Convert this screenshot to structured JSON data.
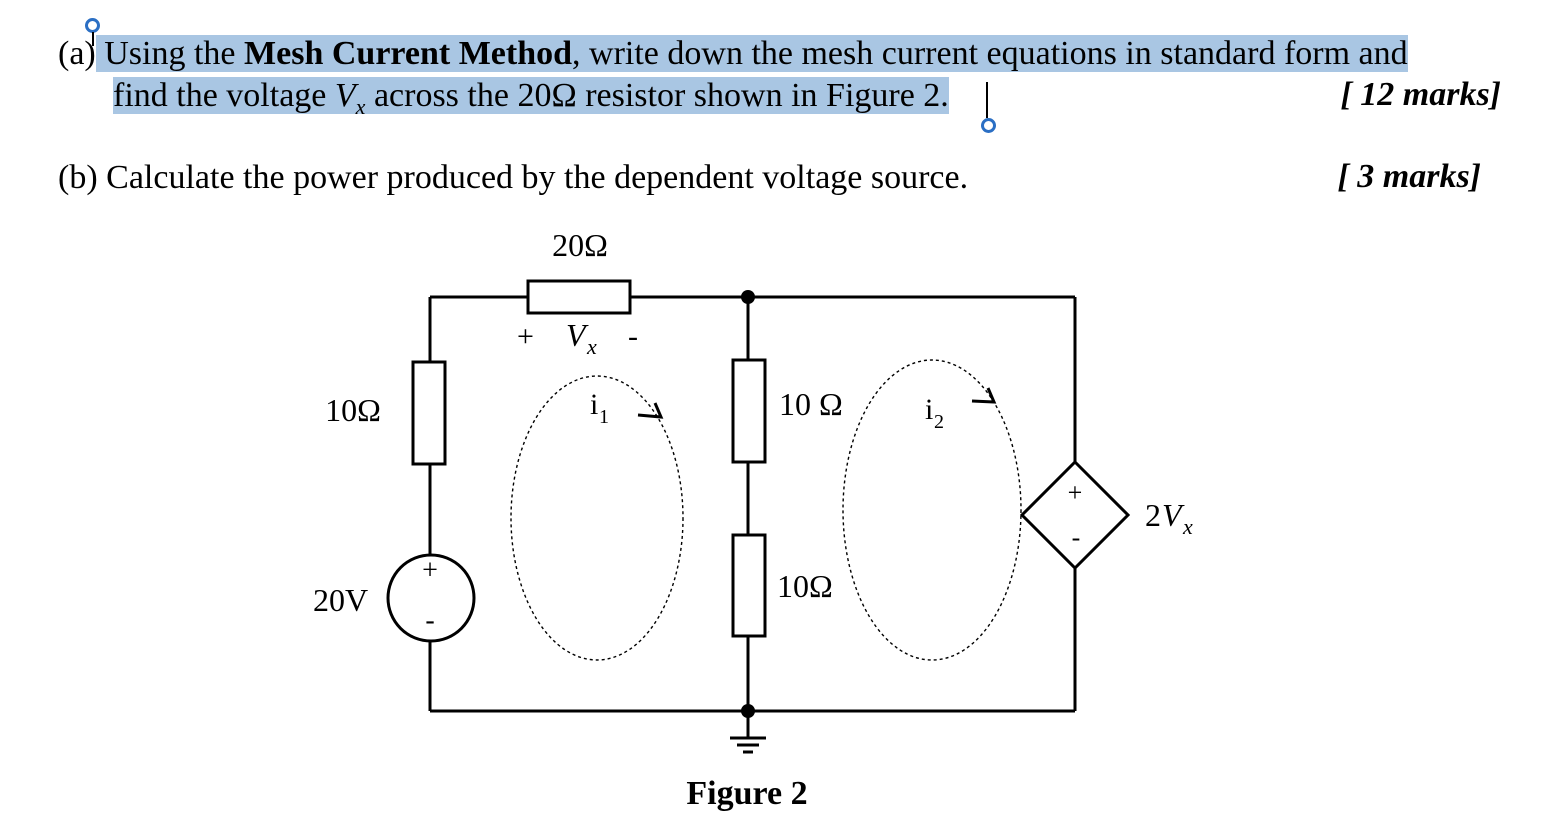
{
  "question": {
    "part_a": {
      "label": "(a)",
      "intro": "Using the ",
      "method": "Mesh Current Method",
      "text1": ", write down the mesh current equations in standard form and",
      "text2a": "find the voltage ",
      "vx_v": "V",
      "vx_sub": "x",
      "text2b": " across the 20Ω resistor shown in Figure 2.",
      "marks": "[ 12 marks]"
    },
    "part_b": {
      "label": "(b)",
      "text": "Calculate the power produced by the dependent voltage source.",
      "marks": "[ 3 marks]"
    }
  },
  "figure": {
    "caption": "Figure 2",
    "r_top": "20Ω",
    "r_left": "10Ω",
    "r_mid_top": "10 Ω",
    "r_mid_bottom": "10Ω",
    "source": "20V",
    "dep_source_coef": "2",
    "dep_source_var": "V",
    "dep_source_sub": "x",
    "vx_plus": "+",
    "vx_var": "V",
    "vx_sub": "x",
    "vx_minus": "-",
    "mesh1_var": "i",
    "mesh1_sub": "1",
    "mesh2_var": "i",
    "mesh2_sub": "2",
    "plus_sign": "+",
    "minus_sign": "-"
  },
  "colors": {
    "selection": "#a9c6e3",
    "handle": "#2b6fc4"
  }
}
